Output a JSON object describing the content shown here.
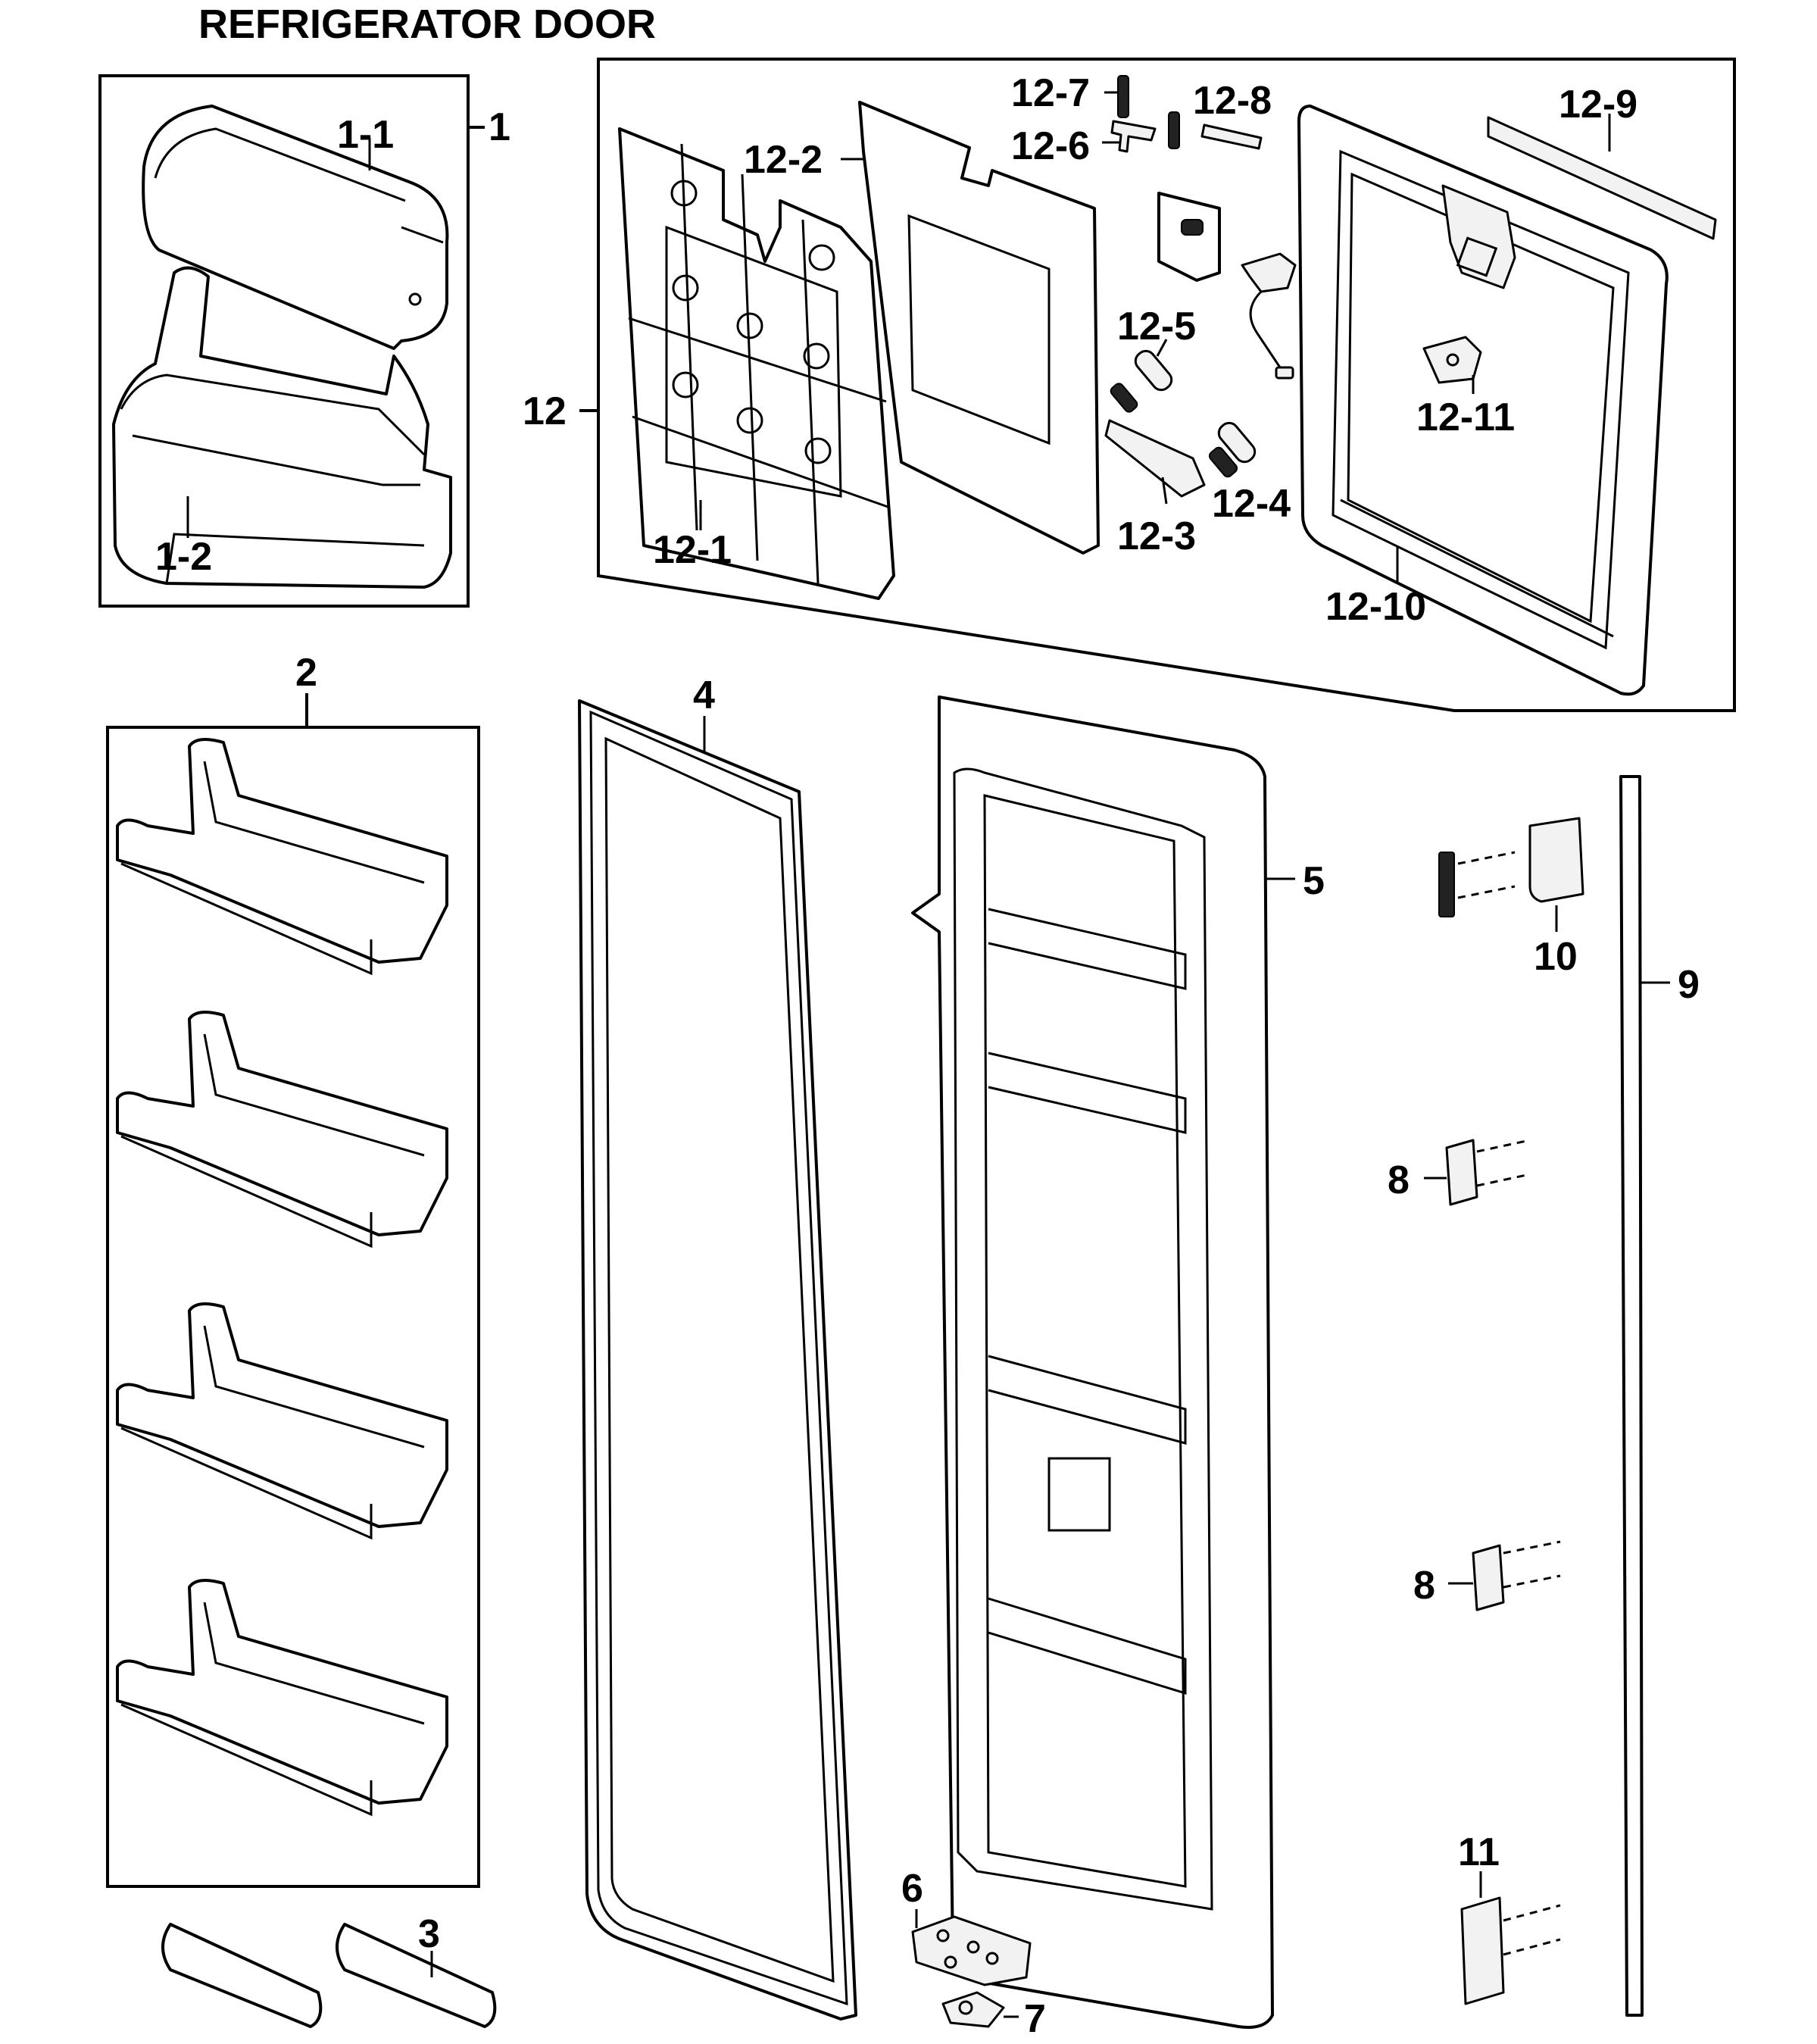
{
  "title": "REFRIGERATOR DOOR",
  "labels": {
    "p1": "1",
    "p1_1": "1-1",
    "p1_2": "1-2",
    "p2": "2",
    "p3": "3",
    "p4": "4",
    "p5": "5",
    "p6": "6",
    "p7": "7",
    "p8a": "8",
    "p8b": "8",
    "p9": "9",
    "p10": "10",
    "p11": "11",
    "p12": "12",
    "p12_1": "12-1",
    "p12_2": "12-2",
    "p12_3": "12-3",
    "p12_4": "12-4",
    "p12_5": "12-5",
    "p12_6": "12-6",
    "p12_7": "12-7",
    "p12_8": "12-8",
    "p12_9": "12-9",
    "p12_10": "12-10",
    "p12_11": "12-11"
  }
}
